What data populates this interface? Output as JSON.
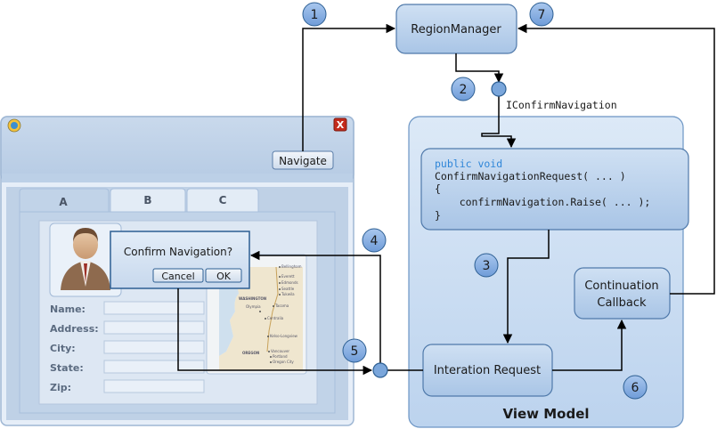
{
  "window": {
    "navigate_label": "Navigate",
    "close_label": "X",
    "tabs": [
      "A",
      "B",
      "C"
    ],
    "fields": [
      "Name:",
      "Address:",
      "City:",
      "State:",
      "Zip:"
    ],
    "dialog": {
      "message": "Confirm Navigation?",
      "cancel": "Cancel",
      "ok": "OK"
    },
    "map": {
      "region_labels": [
        "WASHINGTON",
        "OREGON"
      ],
      "cities": [
        "Bellingham",
        "Everett",
        "Edmonds",
        "Seattle",
        "Tukwila",
        "Olympia",
        "Tacoma",
        "Centralia",
        "Kelso-Longview",
        "Vancouver",
        "Portland",
        "Oregon City"
      ]
    }
  },
  "diagram": {
    "region_manager": "RegionManager",
    "interface_label": "IConfirmNavigation",
    "code": {
      "keywords": "public void",
      "signature": "ConfirmNavigationRequest( ... )",
      "open": "{",
      "body": "    confirmNavigation.Raise( ... );",
      "close": "}"
    },
    "interaction_request": "Interation Request",
    "continuation_line1": "Continuation",
    "continuation_line2": "Callback",
    "view_model": "View Model",
    "steps": [
      "1",
      "2",
      "3",
      "4",
      "5",
      "6",
      "7"
    ]
  }
}
